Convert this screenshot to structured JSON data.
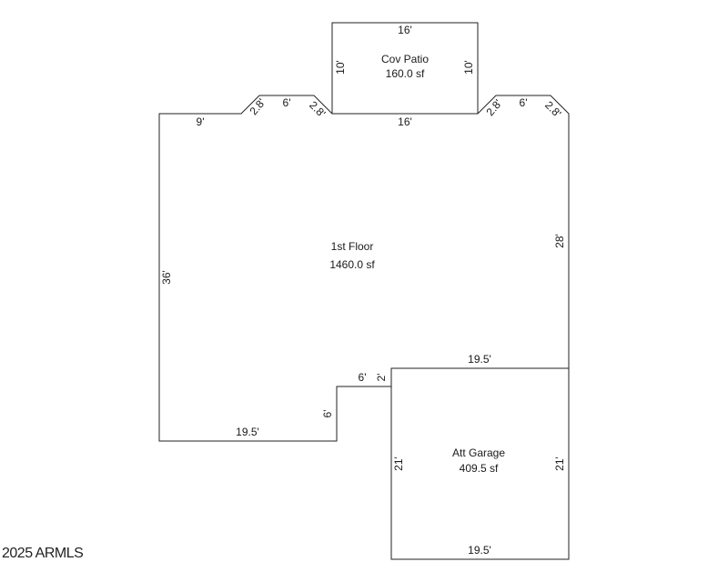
{
  "rooms": {
    "patio": {
      "name": "Cov Patio",
      "area": "160.0 sf"
    },
    "first_floor": {
      "name": "1st Floor",
      "area": "1460.0 sf"
    },
    "garage": {
      "name": "Att Garage",
      "area": "409.5 sf"
    }
  },
  "dimensions": {
    "patio_top": "16'",
    "patio_left": "10'",
    "patio_right": "10'",
    "patio_bottom": "16'",
    "ff_top_left": "9'",
    "ff_bay_left_diag_a": "2.8'",
    "ff_bay_left_top": "6'",
    "ff_bay_left_diag_b": "2.8'",
    "ff_bay_right_diag_a": "2.8'",
    "ff_bay_right_top": "6'",
    "ff_bay_right_diag_b": "2.8'",
    "ff_right": "28'",
    "ff_left": "36'",
    "ff_bottom": "19.5'",
    "ff_step_vertical": "6'",
    "ff_step_horizontal": "6'",
    "ff_step_small": "2'",
    "garage_top": "19.5'",
    "garage_left": "21'",
    "garage_right": "21'",
    "garage_bottom": "19.5'"
  },
  "footer": {
    "copyright": "2025 ARMLS"
  }
}
